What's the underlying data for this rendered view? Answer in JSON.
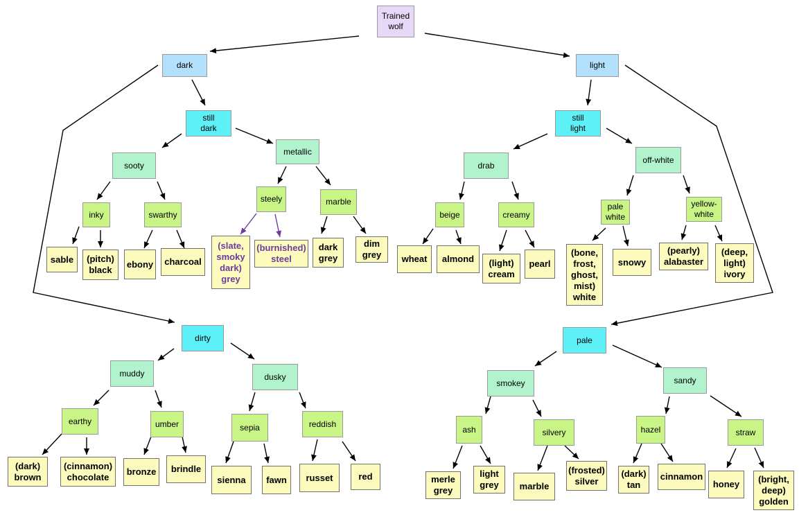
{
  "colors": {
    "root": "#e6d9f7",
    "blue": "#b3e0fc",
    "cyan": "#5ef0f7",
    "mint": "#b0f3cc",
    "lime": "#c8f585",
    "leaf": "#fcfbbd",
    "edge": "#000000",
    "special_edge": "#6a3d99",
    "special_text": "#6a3d99"
  },
  "nodes": [
    {
      "id": "root",
      "label": "Trained\nwolf",
      "style": "root"
    },
    {
      "id": "dark",
      "label": "dark",
      "style": "blue"
    },
    {
      "id": "light",
      "label": "light",
      "style": "blue"
    },
    {
      "id": "still_dark",
      "label": "still\ndark",
      "style": "cyan"
    },
    {
      "id": "still_light",
      "label": "still\nlight",
      "style": "cyan"
    },
    {
      "id": "sooty",
      "label": "sooty",
      "style": "mint"
    },
    {
      "id": "metallic",
      "label": "metallic",
      "style": "mint"
    },
    {
      "id": "drab",
      "label": "drab",
      "style": "mint"
    },
    {
      "id": "off_white",
      "label": "off-white",
      "style": "mint"
    },
    {
      "id": "inky",
      "label": "inky",
      "style": "lime"
    },
    {
      "id": "swarthy",
      "label": "swarthy",
      "style": "lime"
    },
    {
      "id": "steely",
      "label": "steely",
      "style": "lime"
    },
    {
      "id": "marble_d",
      "label": "marble",
      "style": "lime"
    },
    {
      "id": "beige",
      "label": "beige",
      "style": "lime"
    },
    {
      "id": "creamy",
      "label": "creamy",
      "style": "lime"
    },
    {
      "id": "pale_white",
      "label": "pale\nwhite",
      "style": "lime"
    },
    {
      "id": "yellow_white",
      "label": "yellow-\nwhite",
      "style": "lime"
    },
    {
      "id": "sable",
      "label": "sable",
      "style": "leaf"
    },
    {
      "id": "pitch_black",
      "label": "(pitch)\nblack",
      "style": "leaf"
    },
    {
      "id": "ebony",
      "label": "ebony",
      "style": "leaf"
    },
    {
      "id": "charcoal",
      "label": "charcoal",
      "style": "leaf"
    },
    {
      "id": "slate_grey",
      "label": "(slate,\nsmoky\ndark)\ngrey",
      "style": "leaf-special"
    },
    {
      "id": "burnished_steel",
      "label": "(burnished)\nsteel",
      "style": "leaf-special"
    },
    {
      "id": "dark_grey",
      "label": "dark\ngrey",
      "style": "leaf"
    },
    {
      "id": "dim_grey",
      "label": "dim\ngrey",
      "style": "leaf"
    },
    {
      "id": "wheat",
      "label": "wheat",
      "style": "leaf"
    },
    {
      "id": "almond",
      "label": "almond",
      "style": "leaf"
    },
    {
      "id": "light_cream",
      "label": "(light)\ncream",
      "style": "leaf"
    },
    {
      "id": "pearl",
      "label": "pearl",
      "style": "leaf"
    },
    {
      "id": "bone_white",
      "label": "(bone,\nfrost,\nghost,\nmist)\nwhite",
      "style": "leaf"
    },
    {
      "id": "snowy",
      "label": "snowy",
      "style": "leaf"
    },
    {
      "id": "alabaster",
      "label": "(pearly)\nalabaster",
      "style": "leaf"
    },
    {
      "id": "ivory",
      "label": "(deep,\nlight)\nivory",
      "style": "leaf"
    },
    {
      "id": "dirty",
      "label": "dirty",
      "style": "cyan"
    },
    {
      "id": "pale",
      "label": "pale",
      "style": "cyan"
    },
    {
      "id": "muddy",
      "label": "muddy",
      "style": "mint"
    },
    {
      "id": "dusky",
      "label": "dusky",
      "style": "mint"
    },
    {
      "id": "smokey",
      "label": "smokey",
      "style": "mint"
    },
    {
      "id": "sandy",
      "label": "sandy",
      "style": "mint"
    },
    {
      "id": "earthy",
      "label": "earthy",
      "style": "lime"
    },
    {
      "id": "umber",
      "label": "umber",
      "style": "lime"
    },
    {
      "id": "sepia",
      "label": "sepia",
      "style": "lime"
    },
    {
      "id": "reddish",
      "label": "reddish",
      "style": "lime"
    },
    {
      "id": "ash",
      "label": "ash",
      "style": "lime"
    },
    {
      "id": "silvery",
      "label": "silvery",
      "style": "lime"
    },
    {
      "id": "hazel",
      "label": "hazel",
      "style": "lime"
    },
    {
      "id": "straw",
      "label": "straw",
      "style": "lime"
    },
    {
      "id": "dark_brown",
      "label": "(dark)\nbrown",
      "style": "leaf"
    },
    {
      "id": "chocolate",
      "label": "(cinnamon)\nchocolate",
      "style": "leaf"
    },
    {
      "id": "bronze",
      "label": "bronze",
      "style": "leaf"
    },
    {
      "id": "brindle",
      "label": "brindle",
      "style": "leaf"
    },
    {
      "id": "sienna",
      "label": "sienna",
      "style": "leaf"
    },
    {
      "id": "fawn",
      "label": "fawn",
      "style": "leaf"
    },
    {
      "id": "russet",
      "label": "russet",
      "style": "leaf"
    },
    {
      "id": "red",
      "label": "red",
      "style": "leaf"
    },
    {
      "id": "merle_grey",
      "label": "merle\ngrey",
      "style": "leaf"
    },
    {
      "id": "light_grey",
      "label": "light\ngrey",
      "style": "leaf"
    },
    {
      "id": "marble_s",
      "label": "marble",
      "style": "leaf"
    },
    {
      "id": "frosted_silver",
      "label": "(frosted)\nsilver",
      "style": "leaf"
    },
    {
      "id": "dark_tan",
      "label": "(dark)\ntan",
      "style": "leaf"
    },
    {
      "id": "cinnamon",
      "label": "cinnamon",
      "style": "leaf"
    },
    {
      "id": "honey",
      "label": "honey",
      "style": "leaf"
    },
    {
      "id": "golden",
      "label": "(bright,\ndeep)\ngolden",
      "style": "leaf"
    }
  ],
  "edges": [
    {
      "from": "root",
      "to": "dark"
    },
    {
      "from": "root",
      "to": "light"
    },
    {
      "from": "dark",
      "to": "still_dark"
    },
    {
      "from": "dark",
      "to": "dirty"
    },
    {
      "from": "light",
      "to": "still_light"
    },
    {
      "from": "light",
      "to": "pale"
    },
    {
      "from": "still_dark",
      "to": "sooty"
    },
    {
      "from": "still_dark",
      "to": "metallic"
    },
    {
      "from": "sooty",
      "to": "inky"
    },
    {
      "from": "sooty",
      "to": "swarthy"
    },
    {
      "from": "inky",
      "to": "sable"
    },
    {
      "from": "inky",
      "to": "pitch_black"
    },
    {
      "from": "swarthy",
      "to": "ebony"
    },
    {
      "from": "swarthy",
      "to": "charcoal"
    },
    {
      "from": "metallic",
      "to": "steely"
    },
    {
      "from": "metallic",
      "to": "marble_d"
    },
    {
      "from": "steely",
      "to": "slate_grey",
      "special": true
    },
    {
      "from": "steely",
      "to": "burnished_steel",
      "special": true
    },
    {
      "from": "marble_d",
      "to": "dark_grey"
    },
    {
      "from": "marble_d",
      "to": "dim_grey"
    },
    {
      "from": "still_light",
      "to": "drab"
    },
    {
      "from": "still_light",
      "to": "off_white"
    },
    {
      "from": "drab",
      "to": "beige"
    },
    {
      "from": "drab",
      "to": "creamy"
    },
    {
      "from": "beige",
      "to": "wheat"
    },
    {
      "from": "beige",
      "to": "almond"
    },
    {
      "from": "creamy",
      "to": "light_cream"
    },
    {
      "from": "creamy",
      "to": "pearl"
    },
    {
      "from": "off_white",
      "to": "pale_white"
    },
    {
      "from": "off_white",
      "to": "yellow_white"
    },
    {
      "from": "pale_white",
      "to": "bone_white"
    },
    {
      "from": "pale_white",
      "to": "snowy"
    },
    {
      "from": "yellow_white",
      "to": "alabaster"
    },
    {
      "from": "yellow_white",
      "to": "ivory"
    },
    {
      "from": "dirty",
      "to": "muddy"
    },
    {
      "from": "dirty",
      "to": "dusky"
    },
    {
      "from": "muddy",
      "to": "earthy"
    },
    {
      "from": "muddy",
      "to": "umber"
    },
    {
      "from": "earthy",
      "to": "dark_brown"
    },
    {
      "from": "earthy",
      "to": "chocolate"
    },
    {
      "from": "umber",
      "to": "bronze"
    },
    {
      "from": "umber",
      "to": "brindle"
    },
    {
      "from": "dusky",
      "to": "sepia"
    },
    {
      "from": "dusky",
      "to": "reddish"
    },
    {
      "from": "sepia",
      "to": "sienna"
    },
    {
      "from": "sepia",
      "to": "fawn"
    },
    {
      "from": "reddish",
      "to": "russet"
    },
    {
      "from": "reddish",
      "to": "red"
    },
    {
      "from": "pale",
      "to": "smokey"
    },
    {
      "from": "pale",
      "to": "sandy"
    },
    {
      "from": "smokey",
      "to": "ash"
    },
    {
      "from": "smokey",
      "to": "silvery"
    },
    {
      "from": "ash",
      "to": "merle_grey"
    },
    {
      "from": "ash",
      "to": "light_grey"
    },
    {
      "from": "silvery",
      "to": "marble_s"
    },
    {
      "from": "silvery",
      "to": "frosted_silver"
    },
    {
      "from": "sandy",
      "to": "hazel"
    },
    {
      "from": "sandy",
      "to": "straw"
    },
    {
      "from": "hazel",
      "to": "dark_tan"
    },
    {
      "from": "hazel",
      "to": "cinnamon"
    },
    {
      "from": "straw",
      "to": "honey"
    },
    {
      "from": "straw",
      "to": "golden"
    }
  ]
}
